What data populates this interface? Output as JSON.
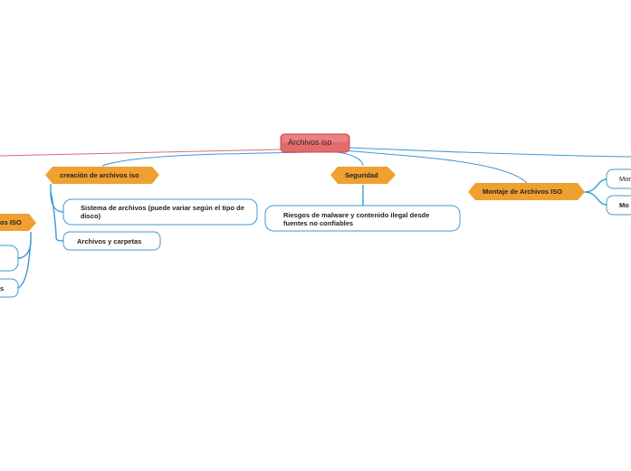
{
  "map": {
    "central": {
      "label": "Archivos iso",
      "color": "#e46b6b"
    },
    "branches": [
      {
        "label": "creación de archivos iso",
        "color": "#f0a030",
        "children": [
          {
            "label": "Sistema de archivos (puede variar según el tipo de disco)"
          },
          {
            "label": "Archivos y carpetas"
          }
        ]
      },
      {
        "label": "Seguridad",
        "color": "#f0a030",
        "children": [
          {
            "label": "Riesgos de malware y contenido ilegal desde fuentes no confiables"
          }
        ]
      },
      {
        "label": "Montaje de Archivos ISO",
        "color": "#f0a030",
        "children": [
          {
            "label": "Mon"
          },
          {
            "label": "Mo"
          }
        ]
      },
      {
        "label": "os ISO",
        "color": "#f0a030",
        "children": [
          {
            "label": ""
          },
          {
            "label": "s"
          }
        ]
      }
    ],
    "connector_color": "#3b9ad6",
    "left_connector_color": "#e46b6b"
  }
}
